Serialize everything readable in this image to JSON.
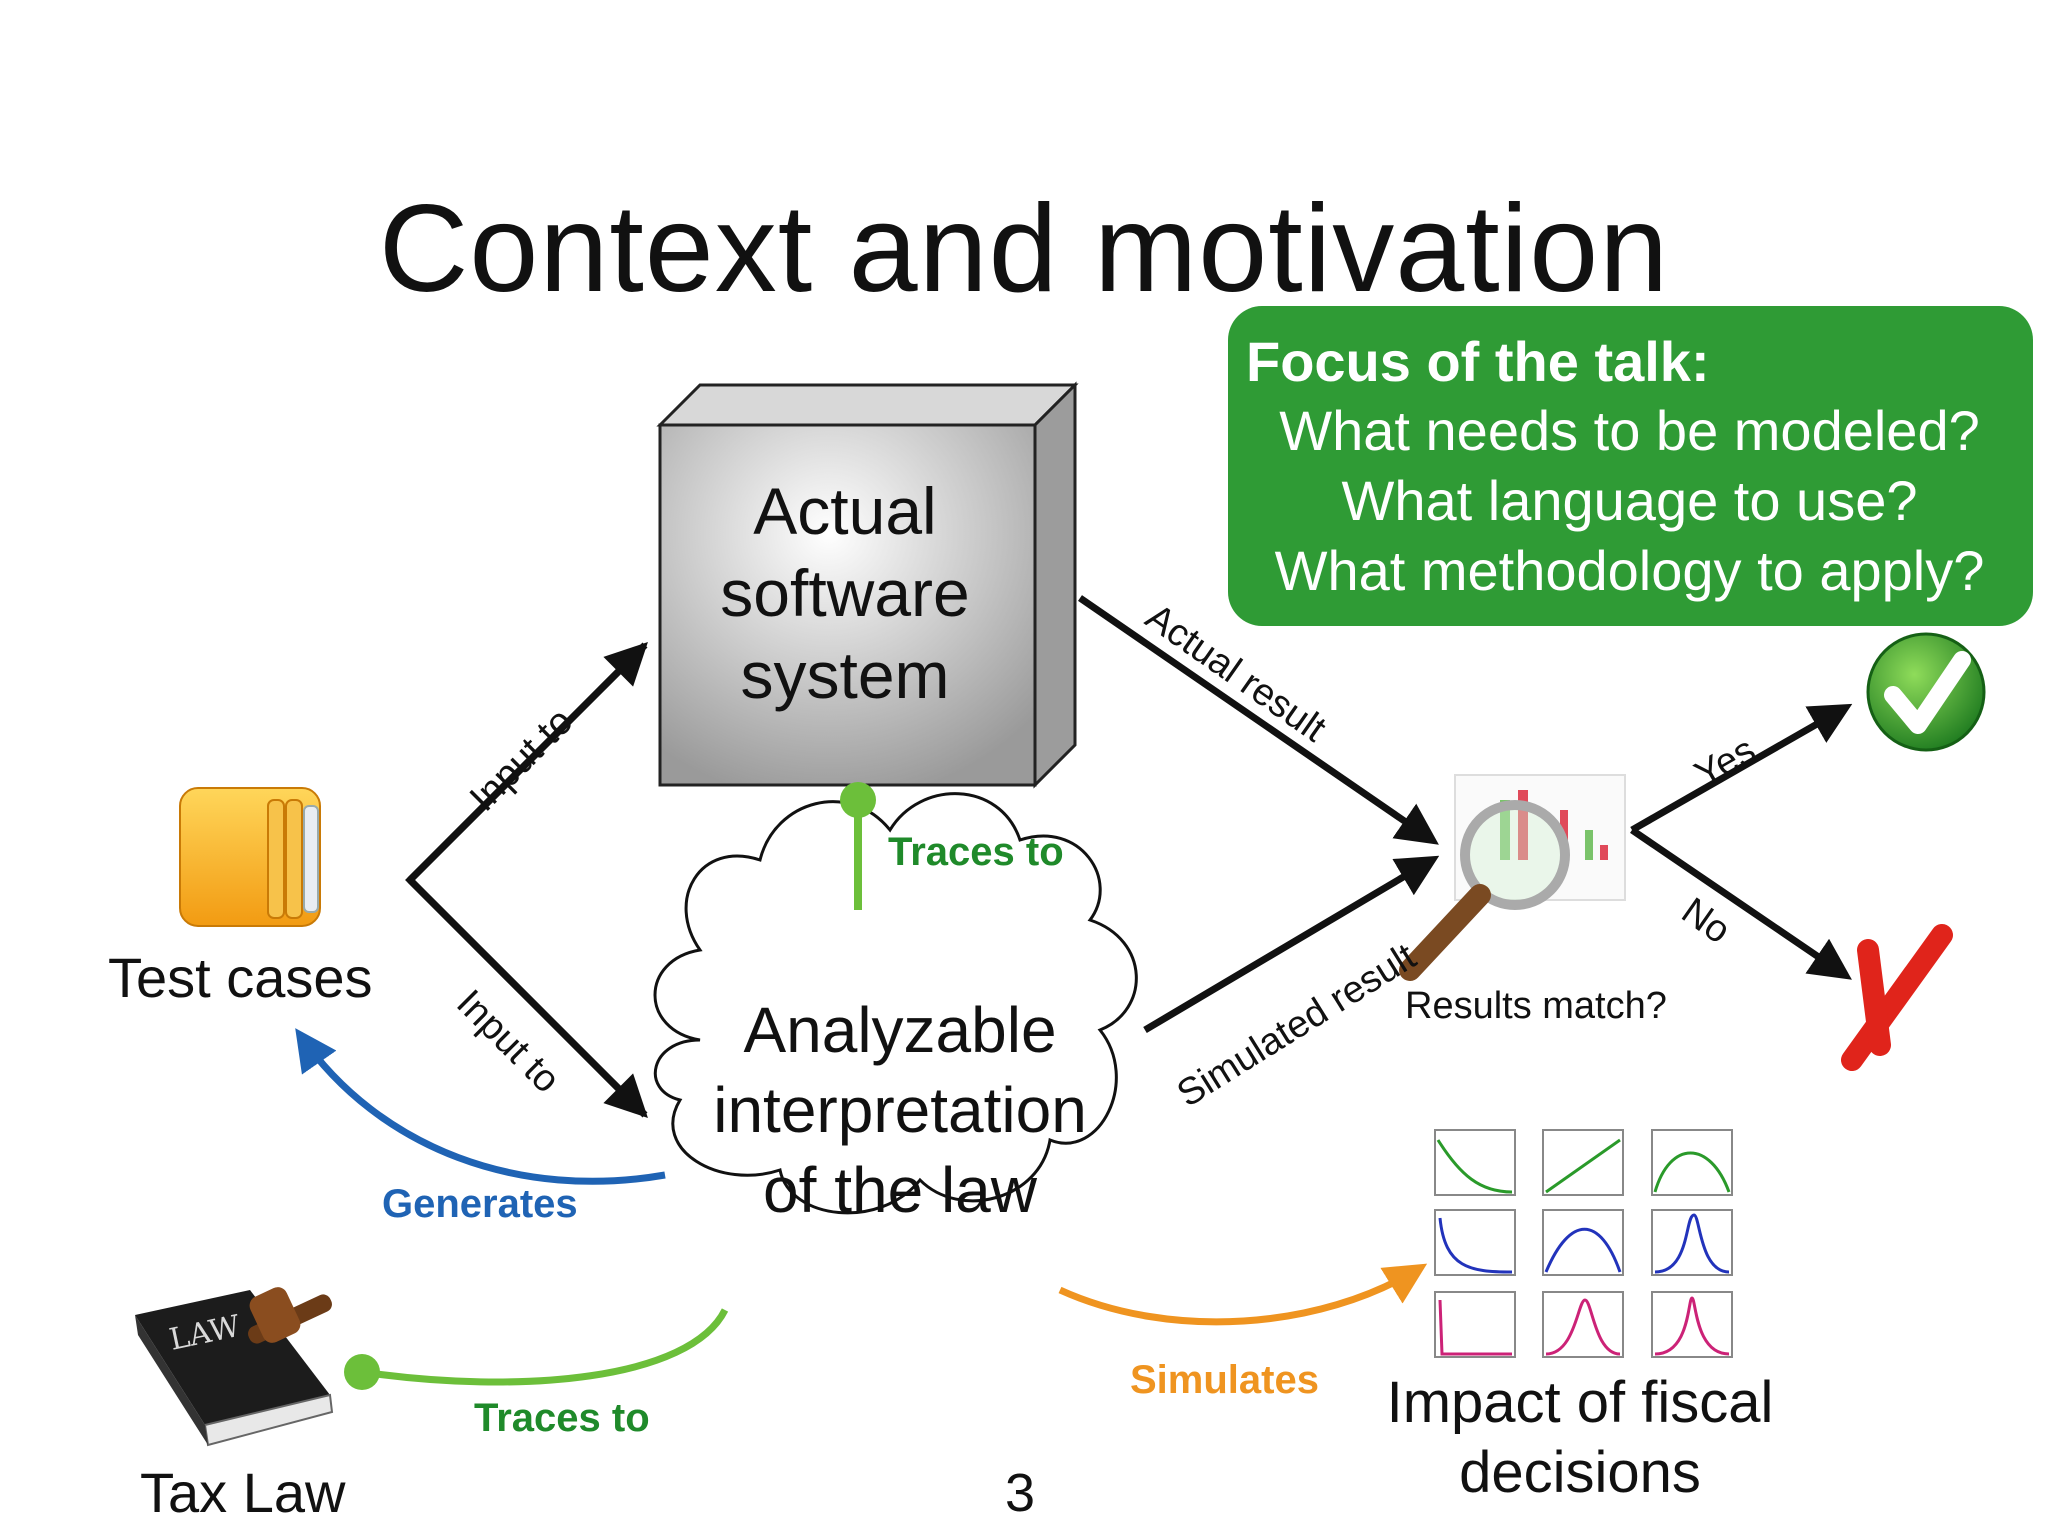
{
  "title": "Context and motivation",
  "focus_box": {
    "heading": "Focus of the talk:",
    "questions": [
      "What needs to be modeled?",
      "What language to use?",
      "What methodology to apply?"
    ]
  },
  "nodes": {
    "software": [
      "Actual",
      "software",
      "system"
    ],
    "interpretation": [
      "Analyzable",
      "interpretation",
      "of the law"
    ],
    "test_cases": "Test cases",
    "tax_law": "Tax Law",
    "results_match": "Results match?",
    "impact": [
      "Impact of fiscal",
      "decisions"
    ]
  },
  "edges": {
    "input_to_top": "Input to",
    "input_to_bottom": "Input to",
    "actual_result": "Actual result",
    "simulated_result": "Simulated result",
    "yes": "Yes",
    "no": "No",
    "traces_to_top": "Traces to",
    "traces_to_bottom": "Traces to",
    "generates": "Generates",
    "simulates": "Simulates"
  },
  "icons": {
    "law_book": "LAW",
    "success": "check-icon",
    "failure": "cross-icon"
  },
  "colors": {
    "green": "#2f9b35",
    "blue": "#1f63b4",
    "orange": "#ef9420",
    "light_green": "#6cbf3a"
  },
  "page_number": "3"
}
